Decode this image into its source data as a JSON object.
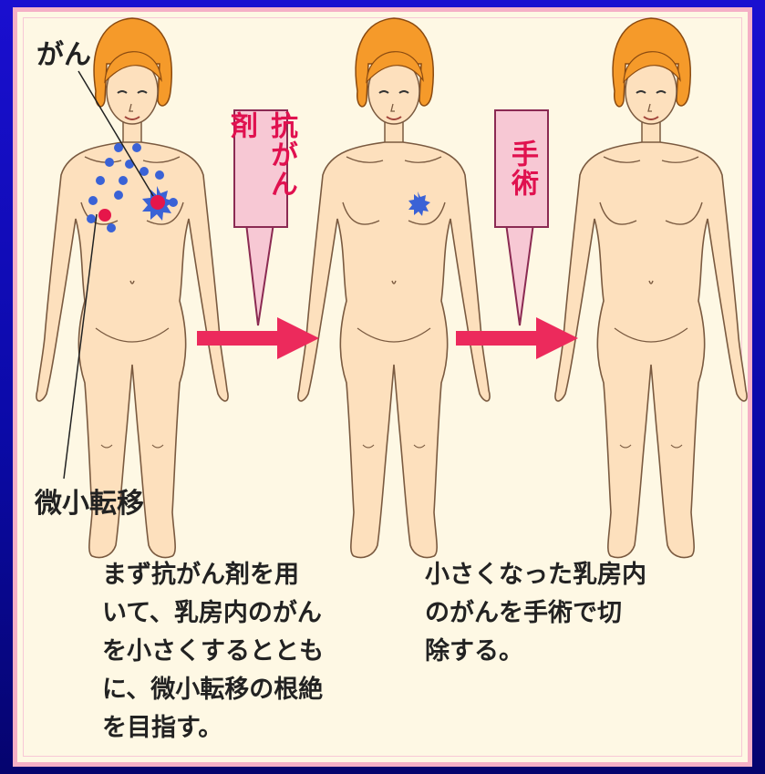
{
  "labels": {
    "cancer": "がん",
    "micrometastasis": "微小転移"
  },
  "signs": {
    "chemo": "抗がん剤",
    "surgery": "手術"
  },
  "captions": {
    "left": "まず抗がん剤を用\nいて、乳房内のがん\nを小さくするととも\nに、微小転移の根絶\nを目指す。",
    "right": "小さくなった乳房内\nのがんを手術で切\n除する。"
  },
  "colors": {
    "skin": "#fde0bd",
    "hair": "#f59a2a",
    "cancer_blue": "#3a62d6",
    "cancer_red": "#e6164a",
    "arrow": "#ec2a5c",
    "sign_bg": "#f7c8d4",
    "panel_bg": "#fef8e4",
    "frame": "#f5b0c6",
    "page_bg": "#1208c0"
  }
}
